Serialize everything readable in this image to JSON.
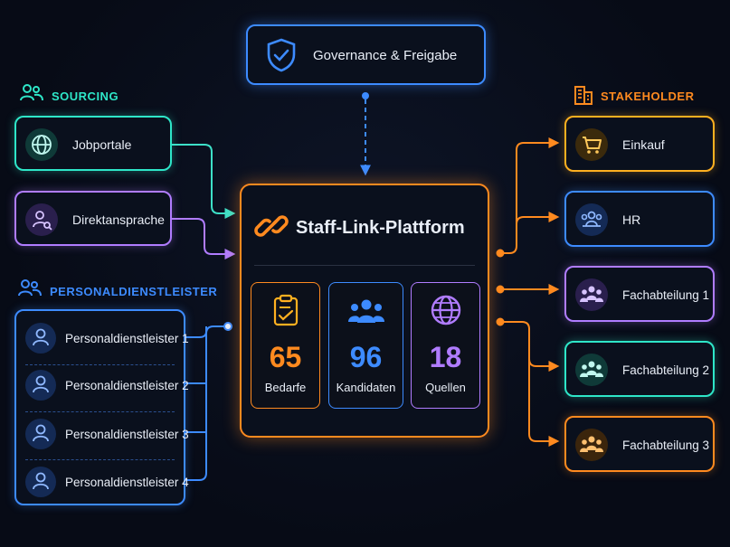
{
  "governance": {
    "label": "Governance & Freigabe"
  },
  "sourcing": {
    "title": "SOURCING",
    "items": [
      {
        "label": "Jobportale"
      },
      {
        "label": "Direktansprache"
      }
    ]
  },
  "personal": {
    "title": "PERSONALDIENSTLEISTER",
    "items": [
      {
        "label": "Personaldienstleister 1"
      },
      {
        "label": "Personaldienstleister 2"
      },
      {
        "label": "Personaldienstleister 3"
      },
      {
        "label": "Personaldienstleister 4"
      }
    ]
  },
  "platform": {
    "title": "Staff-Link-Plattform",
    "stats": [
      {
        "value": "65",
        "label": "Bedarfe"
      },
      {
        "value": "96",
        "label": "Kandidaten"
      },
      {
        "value": "18",
        "label": "Quellen"
      }
    ]
  },
  "stakeholder": {
    "title": "STAKEHOLDER",
    "items": [
      {
        "label": "Einkauf"
      },
      {
        "label": "HR"
      },
      {
        "label": "Fachabteilung 1"
      },
      {
        "label": "Fachabteilung 2"
      },
      {
        "label": "Fachabteilung 3"
      }
    ]
  },
  "colors": {
    "orange": "#ff8a1f",
    "blue": "#3d8bff",
    "purple": "#b07cff",
    "teal": "#2ee6c8",
    "yellow": "#ffb020"
  }
}
